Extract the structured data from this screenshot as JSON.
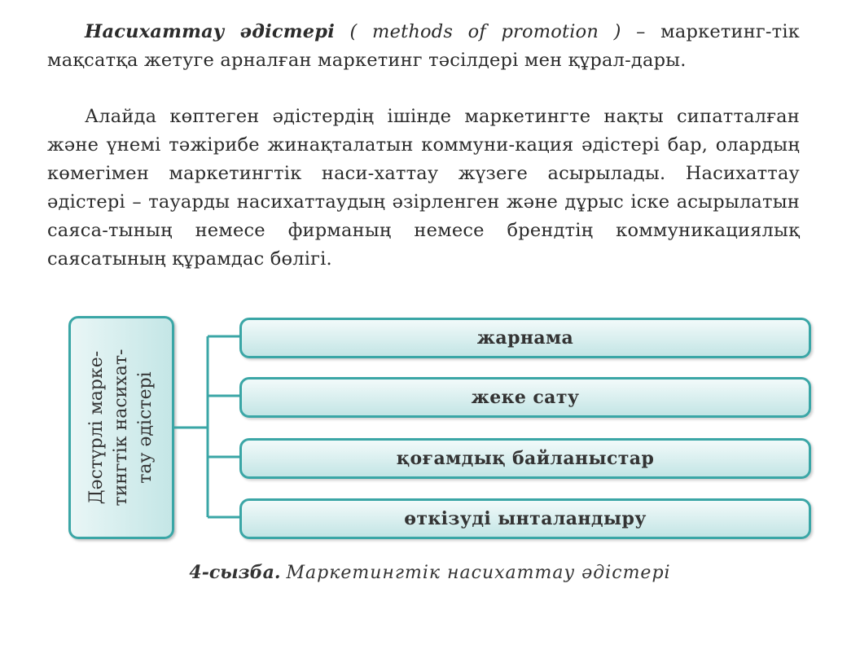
{
  "paragraph1": {
    "term": "Насихаттау әдістері",
    "term_en": "( methods of promotion )",
    "rest": "– маркетинг-тік мақсатқа жетуге арналған маркетинг тәсілдері мен құрал-дары."
  },
  "paragraph2": {
    "text": "Алайда көптеген әдістердің ішінде маркетингте нақты сипатталған және үнемі тәжірибе жинақталатын коммуни-кация әдістері бар, олардың көмегімен маркетингтік наси-хаттау жүзеге асырылады. Насихаттау әдістері – тауарды насихаттаудың әзірленген және дұрыс іске асырылатын саяса-тының немесе фирманың немесе брендтің коммуникациялық саясатының құрамдас бөлігі."
  },
  "diagram": {
    "root": "Дәстүрлі марке-\nтингтік насихат-\nтау әдістері",
    "items": [
      "жарнама",
      "жеке сату",
      "қоғамдық байланыстар",
      "өткізуді ынталандыру"
    ],
    "accent_color": "#3aa6a6"
  },
  "caption": {
    "number": "4-сызба.",
    "text": "Маркетингтік насихаттау әдістері"
  }
}
